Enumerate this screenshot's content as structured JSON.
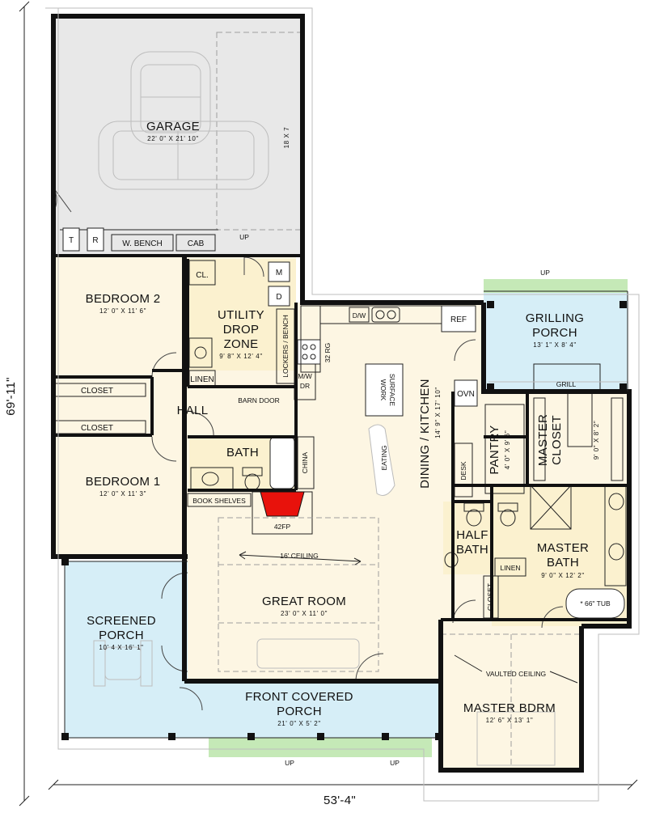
{
  "colors": {
    "interior": "#fdf6e3",
    "garage": "#e8e8e8",
    "porch": "#d6eef7",
    "step": "#c5e9b7",
    "tile": "#fbf1cf",
    "fireplace": "#e8120c",
    "wall": "#111111"
  },
  "overall": {
    "width_dim": "53'-4\"",
    "depth_dim": "69'-11\""
  },
  "rooms": {
    "garage": {
      "name": "GARAGE",
      "dim": "22' 0\" X 21' 10\"",
      "door": "18 X 7"
    },
    "bedroom2": {
      "name": "BEDROOM 2",
      "dim": "12' 0\" X 11' 6\""
    },
    "bedroom1": {
      "name": "BEDROOM 1",
      "dim": "12' 0\" X 11' 3\""
    },
    "utility": {
      "line1": "UTILITY",
      "line2": "DROP",
      "line3": "ZONE",
      "dim": "9' 8\" X 12' 4\""
    },
    "hall": {
      "name": "HALL"
    },
    "bath": {
      "name": "BATH"
    },
    "dining": {
      "name": "DINING / KITCHEN",
      "dim": "14' 9\" X 17' 10\""
    },
    "pantry": {
      "name": "PANTRY",
      "dim": "4' 0\" X 9' 6\""
    },
    "grilling": {
      "line1": "GRILLING",
      "line2": "PORCH",
      "dim": "13' 1\" X 8' 4\""
    },
    "master_closet": {
      "line1": "MASTER",
      "line2": "CLOSET",
      "dim": "9' 0\" X 8' 2\""
    },
    "master_bath": {
      "line1": "MASTER",
      "line2": "BATH",
      "dim": "9' 0\" X 12' 2\""
    },
    "half_bath": {
      "line1": "HALF",
      "line2": "BATH"
    },
    "great_room": {
      "name": "GREAT ROOM",
      "dim": "23' 0\" X 11' 0\"",
      "ceiling": "16' CEILING"
    },
    "screened": {
      "line1": "SCREENED",
      "line2": "PORCH",
      "dim": "10' 4 X 16' 1\""
    },
    "front_porch": {
      "line1": "FRONT COVERED",
      "line2": "PORCH",
      "dim": "21' 0\" X 5' 2\""
    },
    "master_bdrm": {
      "name": "MASTER BDRM",
      "dim": "12' 6\" X 13' 1\"",
      "ceiling": "VAULTED CEILING"
    }
  },
  "fixtures": {
    "t": "T",
    "r": "R",
    "w_bench": "W. BENCH",
    "cab": "CAB",
    "up": "UP",
    "cl": "CL.",
    "m": "M",
    "d": "D",
    "linen": "LINEN",
    "lockers": "LOCKERS / BENCH",
    "mw_dr": "M/W DR",
    "mw_top": "M/W",
    "mw_bot": "DR",
    "closet": "CLOSET",
    "barn_door": "BARN DOOR",
    "china": "CHINA",
    "book_shelves": "BOOK SHELVES",
    "fp": "42FP",
    "dw": "D/W",
    "ref": "REF",
    "rg": "32 RG",
    "work_surface": "WORK SURFACE",
    "work1": "WORK",
    "work2": "SURFACE",
    "eating": "EATING",
    "ovn": "OVN",
    "desk": "DESK",
    "grill": "GRILL",
    "tub": "* 66\" TUB"
  }
}
